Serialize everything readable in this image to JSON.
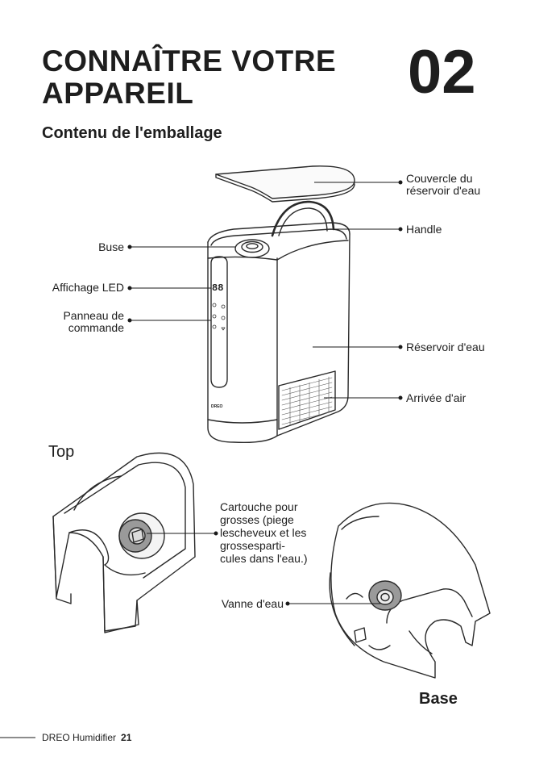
{
  "header": {
    "title_line1": "CONNAÎTRE VOTRE",
    "title_line2": "APPAREIL",
    "chapter": "02",
    "subtitle": "Contenu de l'emballage"
  },
  "labels": {
    "lid_line1": "Couvercle du",
    "lid_line2": "réservoir d'eau",
    "handle": "Handle",
    "nozzle": "Buse",
    "led": "Affichage LED",
    "panel_line1": "Panneau de",
    "panel_line2": "commande",
    "tank": "Réservoir d'eau",
    "air_inlet": "Arrivée d'air",
    "cartridge_line1": "Cartouche pour",
    "cartridge_line2": "grosses (piege",
    "cartridge_line3": "lescheveux et les",
    "cartridge_line4": "grossesparti-",
    "cartridge_line5": "cules dans l'eau.)",
    "valve": "Vanne d'eau"
  },
  "views": {
    "top": "Top",
    "base": "Base"
  },
  "device": {
    "display_digits": "88",
    "brand": "DREO"
  },
  "footer": {
    "brand": "DREO Humidifier",
    "page": "21"
  }
}
